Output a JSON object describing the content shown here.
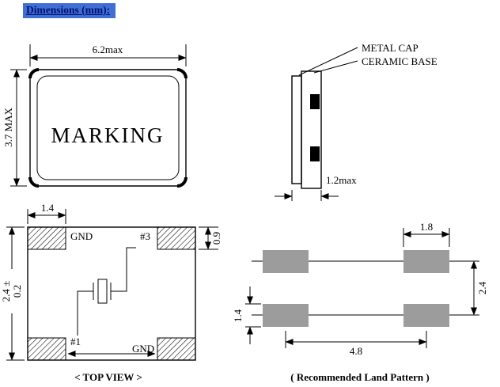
{
  "title": "Dimensions (mm):",
  "package_front": {
    "marking": "MARKING",
    "width_dim": "6.2max",
    "height_dim": "3.7 MAX"
  },
  "side_view": {
    "metal_cap": "METAL CAP",
    "ceramic_base": "CERAMIC BASE",
    "thickness_dim": "1.2max"
  },
  "top_view": {
    "pad_top_left": "GND",
    "pad_top_right": "#3",
    "pad_bottom_left": "#1",
    "pad_bottom_right": "GND",
    "dim_pad_width": "1.4",
    "dim_pad_height": "0.9",
    "dim_body_tol_line1": "2.4 ±",
    "dim_body_tol_line2": "0.2",
    "caption": "< TOP VIEW >"
  },
  "land_pattern": {
    "dim_pad_width": "1.8",
    "dim_vertical": "2.4",
    "dim_pad_height": "1.4",
    "dim_horizontal": "4.8",
    "caption": "( Recommended Land Pattern )"
  }
}
